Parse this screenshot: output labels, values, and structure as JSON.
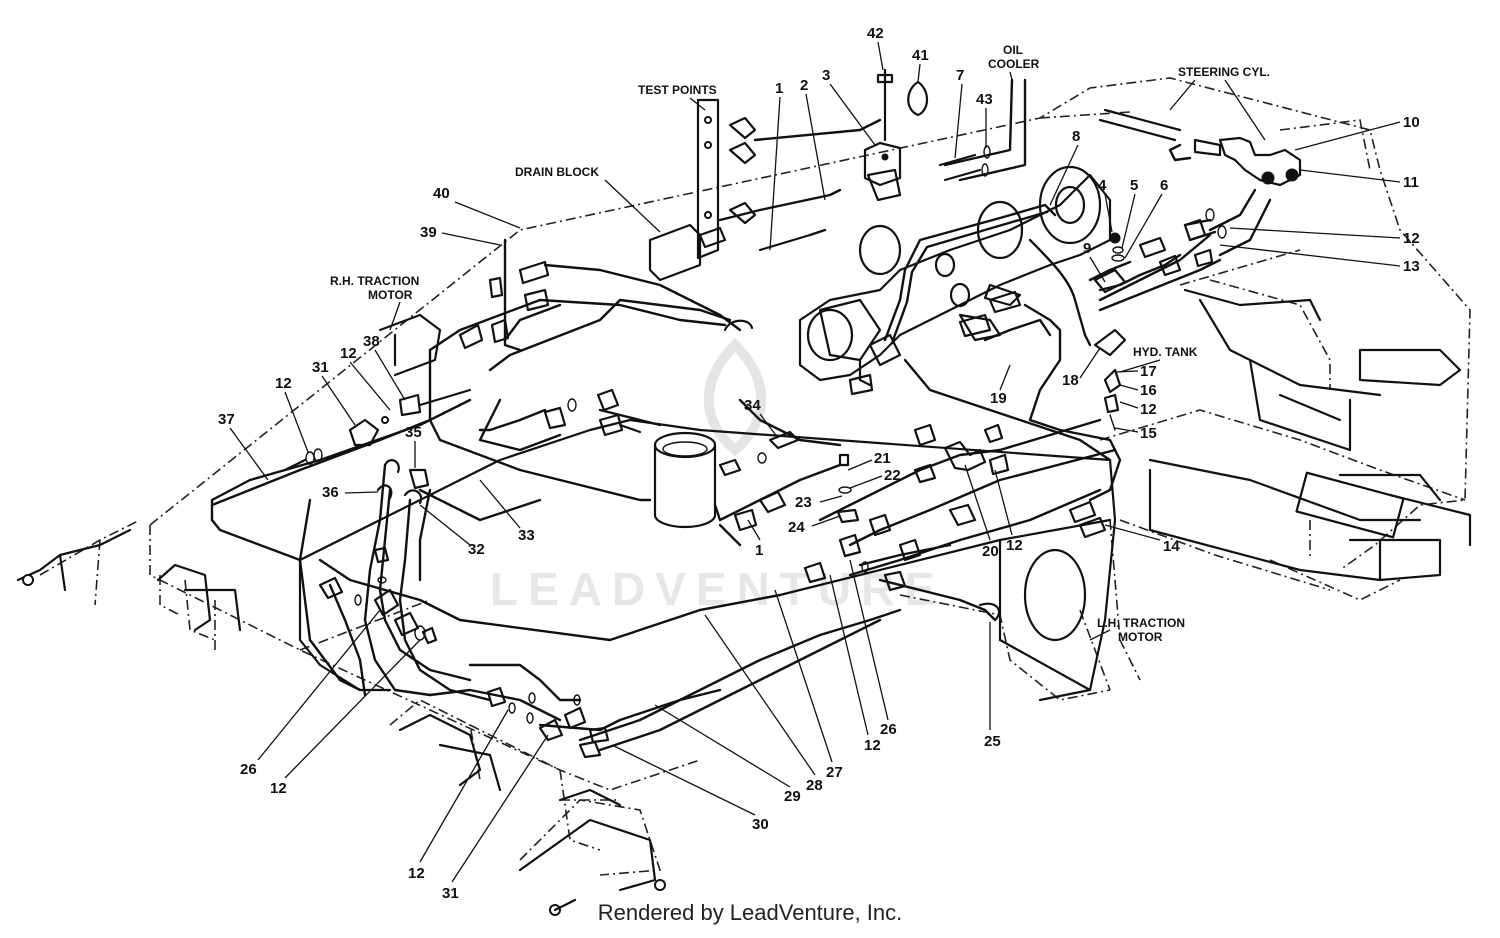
{
  "diagram": {
    "labels": {
      "test_points": "TEST POINTS",
      "drain_block": "DRAIN BLOCK",
      "oil_cooler_1": "OIL",
      "oil_cooler_2": "COOLER",
      "steering_cyl": "STEERING CYL.",
      "rh_traction_1": "R.H. TRACTION",
      "rh_traction_2": "MOTOR",
      "lh_traction_1": "L.H. TRACTION",
      "lh_traction_2": "MOTOR",
      "hyd_tank": "HYD. TANK"
    },
    "callouts": {
      "c42": "42",
      "c41": "41",
      "c43": "43",
      "c7": "7",
      "c3": "3",
      "c2": "2",
      "c1a": "1",
      "c8": "8",
      "c10": "10",
      "c11": "11",
      "c4": "4",
      "c5": "5",
      "c6": "6",
      "c12a": "12",
      "c13": "13",
      "c9": "9",
      "c40": "40",
      "c39": "39",
      "c38": "38",
      "c12b": "12",
      "c31a": "31",
      "c37": "37",
      "c12c": "12",
      "c35": "35",
      "c36": "36",
      "c32": "32",
      "c33": "33",
      "c34": "34",
      "c18": "18",
      "c17": "17",
      "c16": "16",
      "c12d": "12",
      "c15": "15",
      "c19": "19",
      "c21": "21",
      "c22": "22",
      "c23": "23",
      "c24": "24",
      "c1b": "1",
      "c20": "20",
      "c12e": "12",
      "c14": "14",
      "c26a": "26",
      "c12f": "12",
      "c26b": "26",
      "c12g": "12",
      "c25": "25",
      "c27": "27",
      "c28": "28",
      "c29": "29",
      "c30": "30",
      "c12h": "12",
      "c31b": "31"
    },
    "watermark": "LEADVENTURE"
  },
  "footer": {
    "text": "Rendered by LeadVenture, Inc."
  }
}
